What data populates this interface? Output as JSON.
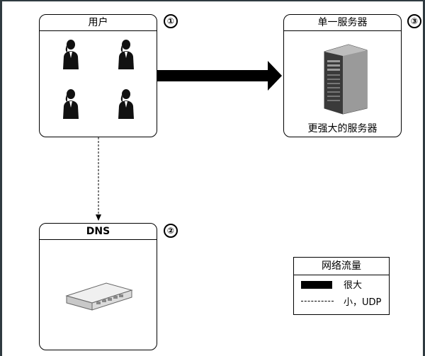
{
  "users": {
    "title": "用户",
    "number": "①"
  },
  "dns": {
    "title": "DNS",
    "number": "②"
  },
  "server": {
    "title": "单一服务器",
    "number": "③",
    "caption": "更强大的服务器"
  },
  "legend": {
    "title": "网络流量",
    "large_label": "很大",
    "small_label": "小，UDP"
  },
  "icons": {
    "user": "businesswoman-icon",
    "server": "tower-server-icon",
    "dns": "network-switch-icon"
  },
  "colors": {
    "line": "#000000",
    "frame": "#2f3a40"
  }
}
